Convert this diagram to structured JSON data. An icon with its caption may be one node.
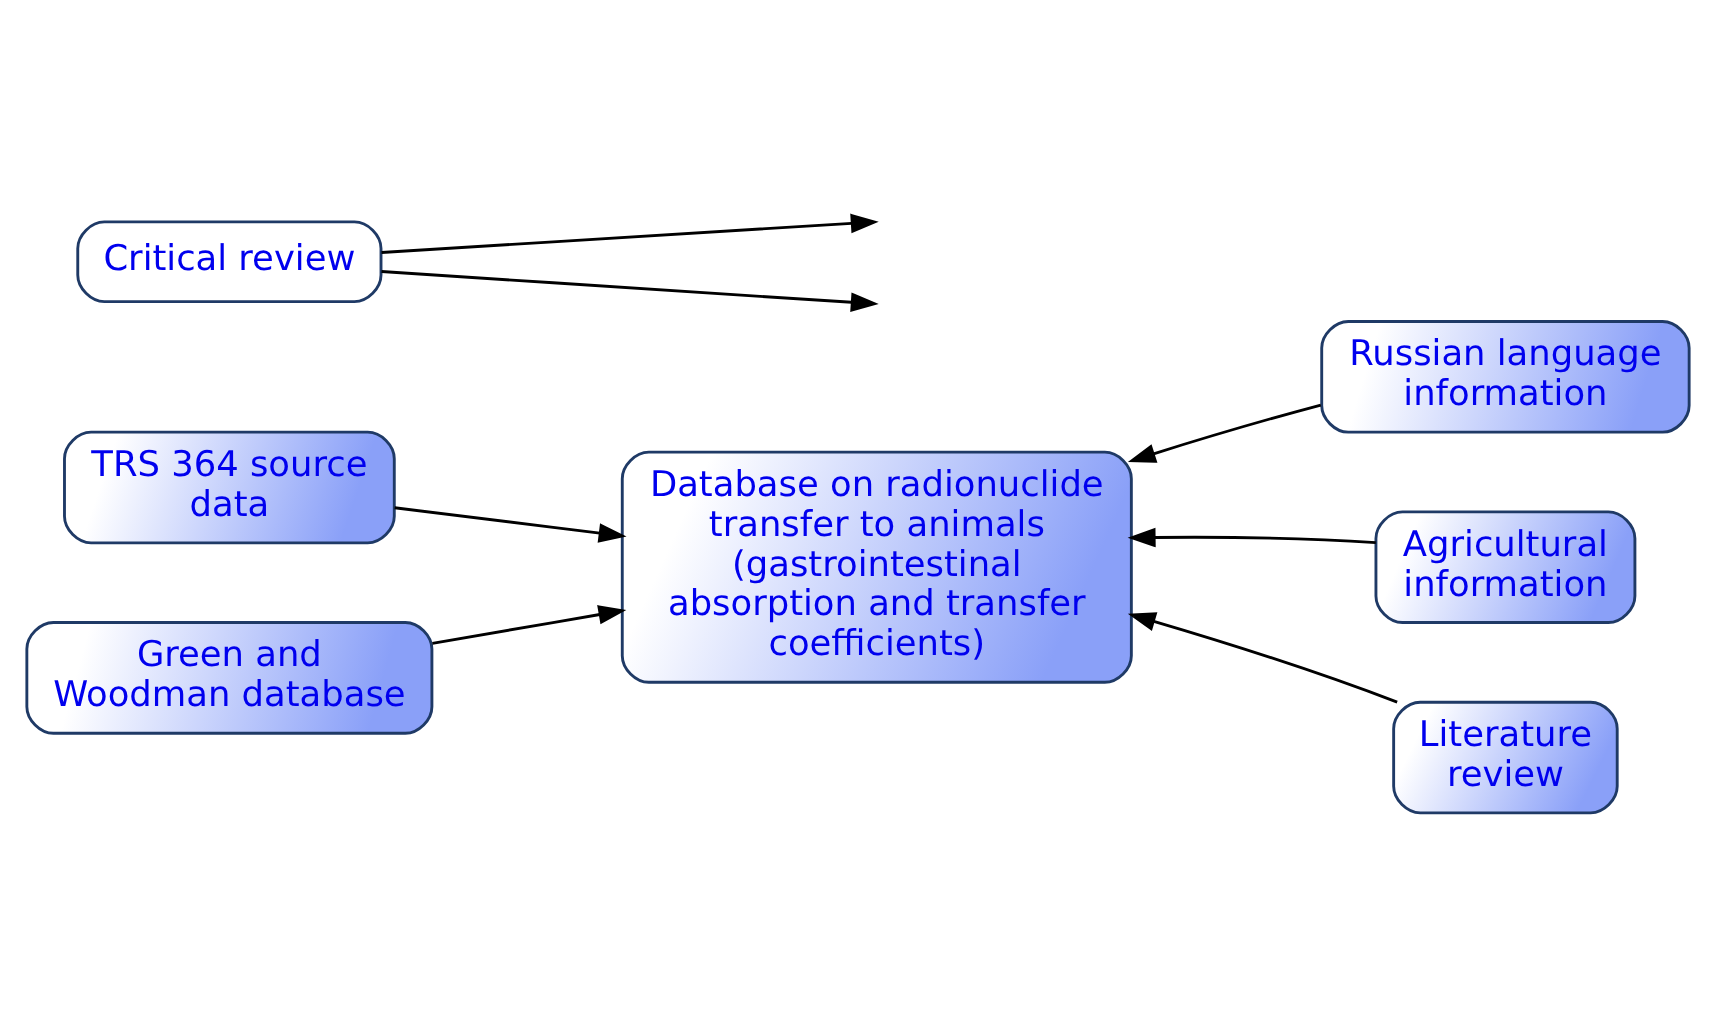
{
  "diagram": {
    "nodes": [
      {
        "text": [
          "TRS 364 source data"
        ]
      },
      {
        "text": [
          "Russian language information"
        ]
      },
      {
        "text": [
          "Database on radionuclide transfer to animals (gastrointestinal absorption and transfer coefficients)"
        ]
      },
      {
        "text": [
          "Critical review"
        ]
      },
      {
        "text": [
          "Agricultural information"
        ]
      },
      {
        "text": [
          "Literature review"
        ]
      },
      {
        "text": [
          "Green and Woodman database"
        ]
      }
    ],
    "edges": [
      {
        "from": 0,
        "to": 2,
        "arrow": "to"
      },
      {
        "from": 1,
        "to": 2,
        "arrow": "to"
      },
      {
        "from": 3,
        "to": null,
        "arrow": "to"
      },
      {
        "from": 4,
        "to": 2,
        "arrow": "to"
      },
      {
        "from": 3,
        "to": null,
        "arrow": "to"
      },
      {
        "from": 5,
        "to": 2,
        "arrow": "to"
      },
      {
        "from": 6,
        "to": 2,
        "arrow": "to"
      }
    ]
  }
}
